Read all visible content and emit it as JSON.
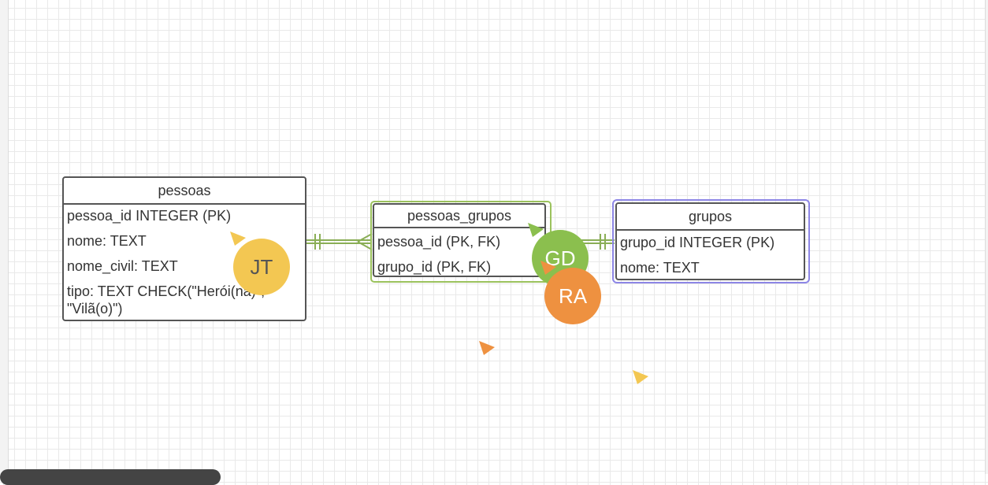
{
  "entities": {
    "pessoas": {
      "title": "pessoas",
      "rows": [
        "pessoa_id INTEGER (PK)",
        "nome: TEXT",
        "nome_civil: TEXT",
        "tipo: TEXT CHECK(\"Herói(na)\",",
        "\"Vilã(o)\")"
      ]
    },
    "pessoas_grupos": {
      "title": "pessoas_grupos",
      "rows": [
        "pessoa_id (PK, FK)",
        "grupo_id (PK, FK)"
      ]
    },
    "grupos": {
      "title": "grupos",
      "rows": [
        "grupo_id INTEGER (PK)",
        "nome: TEXT"
      ]
    }
  },
  "collaborators": [
    {
      "initials": "JT",
      "color": "#f3c752"
    },
    {
      "initials": "GD",
      "color": "#8bbf4e"
    },
    {
      "initials": "RA",
      "color": "#ee9140"
    }
  ],
  "colors": {
    "connector": "#8aae56",
    "selection_green": "#9bc25d",
    "selection_purple": "#8d86e6",
    "cursor_yellow": "#f3c752",
    "cursor_orange": "#ee9140",
    "cursor_green": "#8bbf4e"
  }
}
